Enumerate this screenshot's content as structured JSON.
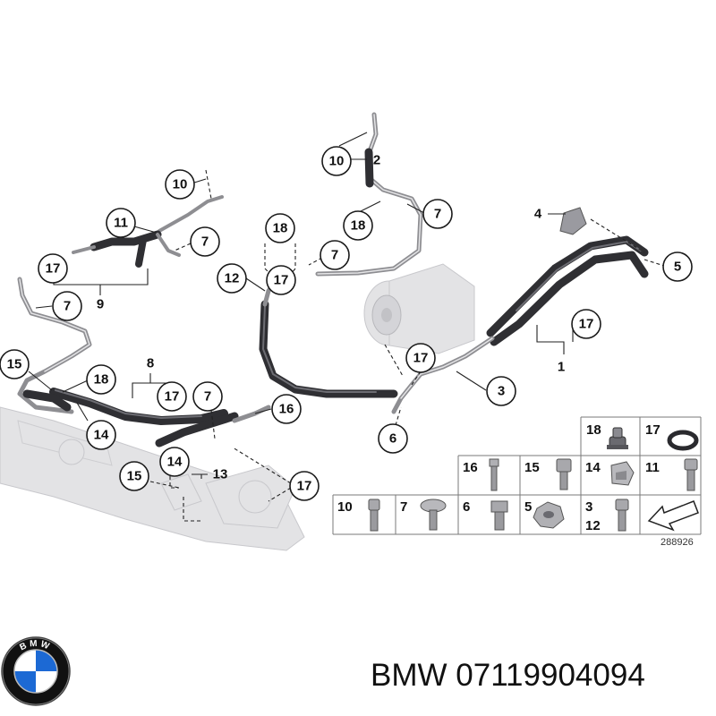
{
  "callouts": {
    "c1": "1",
    "c2": "2",
    "c3": "3",
    "c4": "4",
    "c5": "5",
    "c6": "6",
    "c7a": "7",
    "c7b": "7",
    "c7c": "7",
    "c7d": "7",
    "c7e": "7",
    "c8": "8",
    "c9": "9",
    "c10a": "10",
    "c10b": "10",
    "c11": "11",
    "c12": "12",
    "c13": "13",
    "c14a": "14",
    "c14b": "14",
    "c15a": "15",
    "c15b": "15",
    "c16": "16",
    "c17a": "17",
    "c17b": "17",
    "c17c": "17",
    "c17d": "17",
    "c17e": "17",
    "c17f": "17",
    "c18a": "18",
    "c18b": "18",
    "c18c": "18"
  },
  "parts_table": {
    "row1": [
      "18",
      "17"
    ],
    "row2": [
      "16",
      "15",
      "14",
      "11"
    ],
    "row3": [
      "10",
      "7",
      "6",
      "5",
      "3",
      "12"
    ]
  },
  "reference_code": "288926",
  "brand": {
    "logo_text": "BMW",
    "part_label": "BMW 07119904094"
  },
  "colors": {
    "hose": "#2f2f33",
    "pipe": "#8e8e92",
    "ghost": "#e3e3e5",
    "logo_blue": "#1c69d4"
  }
}
